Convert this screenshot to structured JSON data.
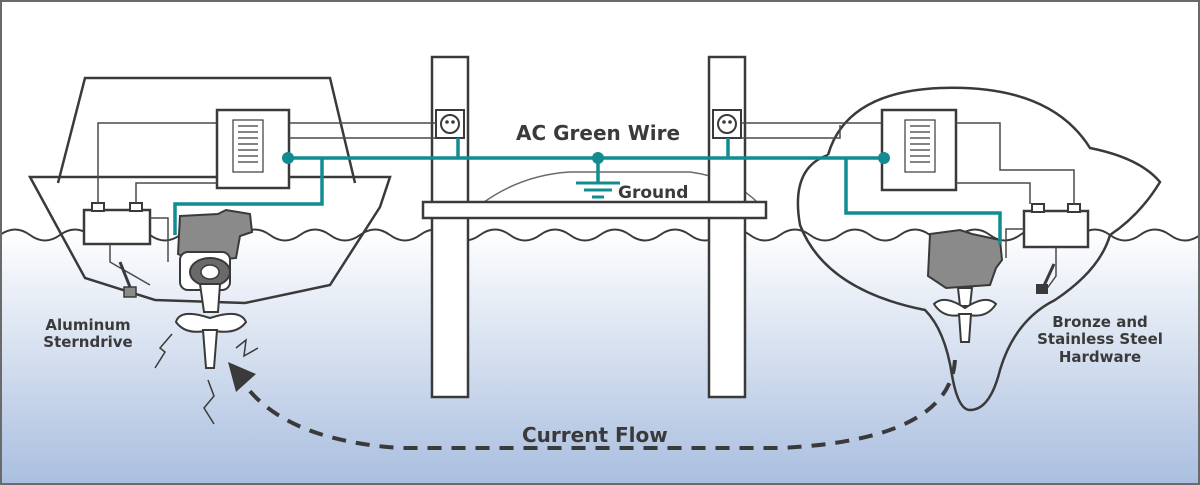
{
  "labels": {
    "ac_green_wire": "AC Green Wire",
    "ground": "Ground",
    "aluminum_sterndrive_line1": "Aluminum",
    "aluminum_sterndrive_line2": "Sterndrive",
    "bronze_line1": "Bronze and",
    "bronze_line2": "Stainless Steel",
    "bronze_line3": "Hardware",
    "current_flow": "Current Flow"
  },
  "colors": {
    "green_wire": "#118c91",
    "line": "#3a3a3a",
    "water_top": "#ffffff",
    "water_bottom": "#a9bedf",
    "engine_fill": "#8a8a8a"
  }
}
